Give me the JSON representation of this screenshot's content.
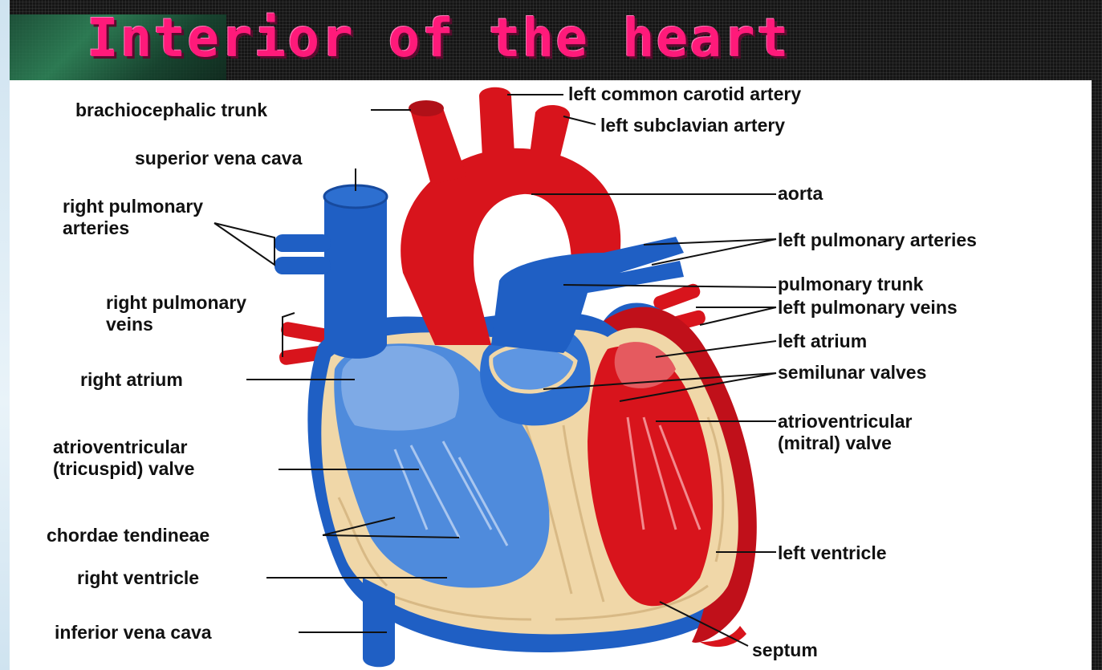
{
  "title": "Interior of the heart",
  "labels": {
    "brachiocephalic_trunk": "brachiocephalic trunk",
    "left_common_carotid_artery": "left common carotid artery",
    "left_subclavian_artery": "left subclavian artery",
    "superior_vena_cava": "superior vena cava",
    "aorta": "aorta",
    "right_pulmonary_arteries": "right pulmonary\narteries",
    "left_pulmonary_arteries": "left pulmonary arteries",
    "pulmonary_trunk": "pulmonary trunk",
    "right_pulmonary_veins": "right pulmonary\nveins",
    "left_pulmonary_veins": "left pulmonary veins",
    "left_atrium": "left atrium",
    "right_atrium": "right atrium",
    "semilunar_valves": "semilunar valves",
    "atrioventricular_tricuspid_valve": "atrioventricular\n(tricuspid) valve",
    "atrioventricular_mitral_valve": "atrioventricular\n(mitral) valve",
    "chordae_tendineae": "chordae tendineae",
    "left_ventricle": "left ventricle",
    "right_ventricle": "right ventricle",
    "inferior_vena_cava": "inferior vena cava",
    "septum": "septum"
  },
  "colors": {
    "title": "#ff1a7a",
    "oxygenated": "#d8141c",
    "deoxygenated": "#1f5fc4",
    "wall": "#f0d7a8"
  }
}
